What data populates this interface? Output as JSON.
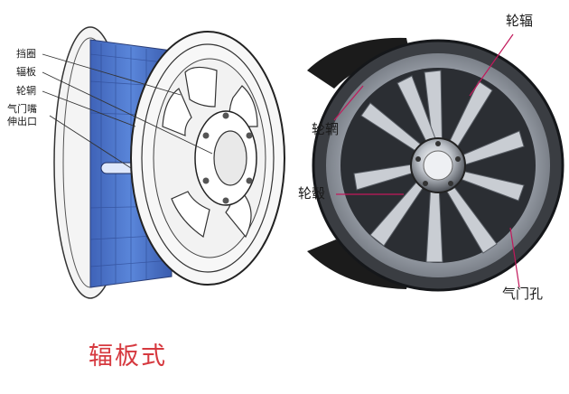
{
  "left_diagram": {
    "labels": {
      "rim_flange": "挡圈",
      "disc": "辐板",
      "rim": "轮辋",
      "valve_hole": "气门嘴",
      "valve_hole_2": "伸出口"
    },
    "caption": "辐板式",
    "colors": {
      "rim_body": "#4a72c9",
      "caption": "#d6393f",
      "lines": "#333333"
    }
  },
  "right_diagram": {
    "labels": {
      "spoke": "轮辐",
      "rim": "轮辋",
      "hub": "轮毂",
      "valve_hole": "气门孔"
    },
    "colors": {
      "leader_lines": "#c2185b",
      "alloy": "#9aa0a8",
      "tire": "#1a1a1a"
    }
  }
}
